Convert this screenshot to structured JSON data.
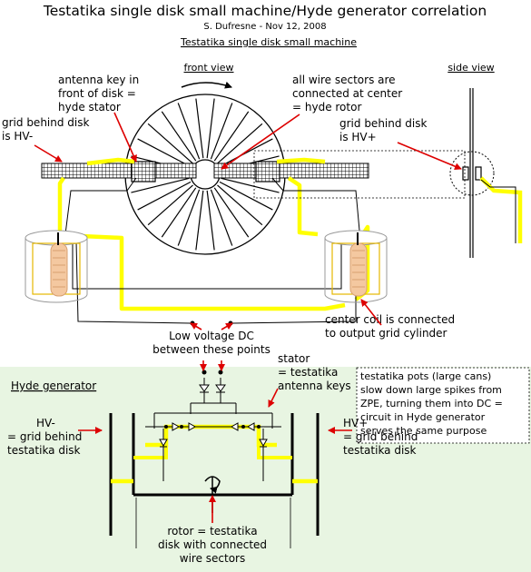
{
  "title": "Testatika single disk small machine/Hyde generator correlation",
  "author": "S. Dufresne - Nov 12, 2008",
  "subtitle": "Testatika single disk small machine",
  "views": {
    "front": "front view",
    "side": "side view"
  },
  "labels": {
    "antenna": [
      "antenna key in",
      "front of disk =",
      "hyde stator"
    ],
    "sectors": [
      "all wire sectors are",
      "connected at center",
      "= hyde rotor"
    ],
    "grid_left": [
      "grid behind disk",
      "is HV-"
    ],
    "grid_right": [
      "grid behind disk",
      "is HV+"
    ],
    "center_coil": [
      "center coil is connected",
      "to output grid cylinder"
    ],
    "low_voltage": [
      "Low voltage DC",
      "between these points"
    ]
  },
  "hyde": {
    "heading": "Hyde generator",
    "stator": [
      "stator",
      "= testatika",
      "antenna keys"
    ],
    "note": [
      "testatika pots (large cans)",
      "slow down large spikes from",
      "ZPE, turning them into DC =",
      "circuit in Hyde generator",
      "serves the same purpose"
    ],
    "hv_minus": [
      "HV-",
      "= grid behind",
      "testatika disk"
    ],
    "hv_plus": [
      "HV+",
      "= grid behind",
      "testatika disk"
    ],
    "rotor": [
      "rotor = testatika",
      "disk with connected",
      "wire sectors"
    ]
  },
  "colors": {
    "wire": "#ffff00",
    "arrow": "#dd0000",
    "coil": "#f4c8a0",
    "hyde_bg": "#e8f5e2"
  }
}
